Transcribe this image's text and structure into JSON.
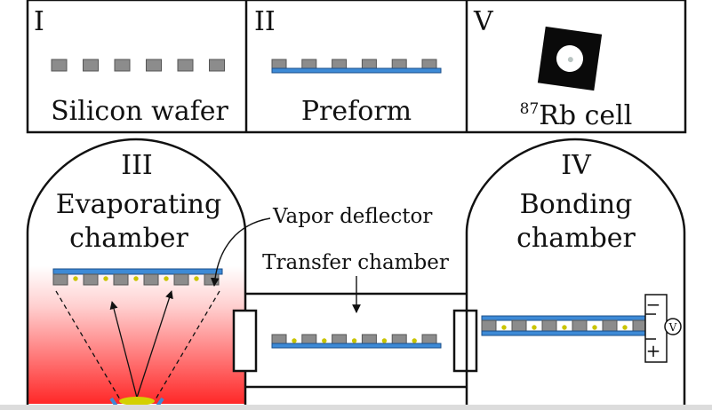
{
  "panels": {
    "p1": {
      "numeral": "I",
      "caption": "Silicon wafer"
    },
    "p2": {
      "numeral": "II",
      "caption": "Preform"
    },
    "p5": {
      "numeral": "V",
      "caption_sup": "87",
      "caption_main": "Rb cell"
    }
  },
  "evap": {
    "numeral": "III",
    "line1": "Evaporating",
    "line2": "chamber"
  },
  "bond": {
    "numeral": "IV",
    "line1": "Bonding",
    "line2": "chamber"
  },
  "labels": {
    "vapor_deflector": "Vapor deflector",
    "transfer_chamber": "Transfer chamber"
  },
  "circuit": {
    "minus": "−",
    "plus": "+",
    "meter": "V"
  },
  "colors": {
    "wafer_gray": "#8c8c8c",
    "glass_blue": "#3d8ad6",
    "rubidium_yellow": "#c9c400",
    "heat_red": "#ff2020",
    "outline": "#111111"
  }
}
